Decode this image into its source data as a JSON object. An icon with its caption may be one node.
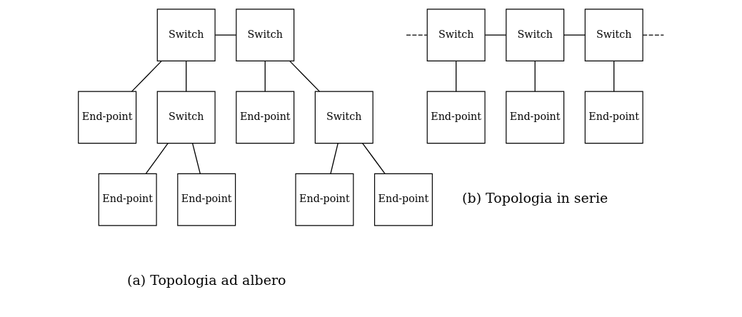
{
  "diagram": {
    "nodes": [
      {
        "text": [
          "Switch"
        ]
      },
      {
        "text": [
          "Switch"
        ]
      },
      {
        "text": [
          "End-point"
        ]
      },
      {
        "text": [
          "Switch"
        ]
      },
      {
        "text": [
          "End-point"
        ]
      },
      {
        "text": [
          "Switch"
        ]
      },
      {
        "text": [
          "End-point"
        ]
      },
      {
        "text": [
          "End-point"
        ]
      },
      {
        "text": [
          "End-point"
        ]
      },
      {
        "text": [
          "End-point"
        ]
      },
      {
        "text": [
          "Switch"
        ]
      },
      {
        "text": [
          "Switch"
        ]
      },
      {
        "text": [
          "Switch"
        ]
      },
      {
        "text": [
          "End-point"
        ]
      },
      {
        "text": [
          "End-point"
        ]
      },
      {
        "text": [
          "End-point"
        ]
      }
    ],
    "edges": [
      {
        "from": 0,
        "to": 1,
        "arrow": "none"
      },
      {
        "from": 0,
        "to": 2,
        "arrow": "none"
      },
      {
        "from": 0,
        "to": 3,
        "arrow": "none"
      },
      {
        "from": 1,
        "to": 4,
        "arrow": "none"
      },
      {
        "from": 1,
        "to": 5,
        "arrow": "none"
      },
      {
        "from": 3,
        "to": 6,
        "arrow": "none"
      },
      {
        "from": 3,
        "to": 7,
        "arrow": "none"
      },
      {
        "from": 5,
        "to": 8,
        "arrow": "none"
      },
      {
        "from": 5,
        "to": 9,
        "arrow": "none"
      },
      {
        "from": null,
        "to": 10,
        "arrow": "none",
        "style": "dashed"
      },
      {
        "from": 10,
        "to": 11,
        "arrow": "none"
      },
      {
        "from": 11,
        "to": 12,
        "arrow": "none"
      },
      {
        "from": 12,
        "to": null,
        "arrow": "none",
        "style": "dashed"
      },
      {
        "from": 10,
        "to": 13,
        "arrow": "none"
      },
      {
        "from": 11,
        "to": 14,
        "arrow": "none"
      },
      {
        "from": 12,
        "to": 15,
        "arrow": "none"
      }
    ],
    "labels": [
      "(a) Topologia ad albero",
      "(b) Topologia in serie"
    ]
  }
}
